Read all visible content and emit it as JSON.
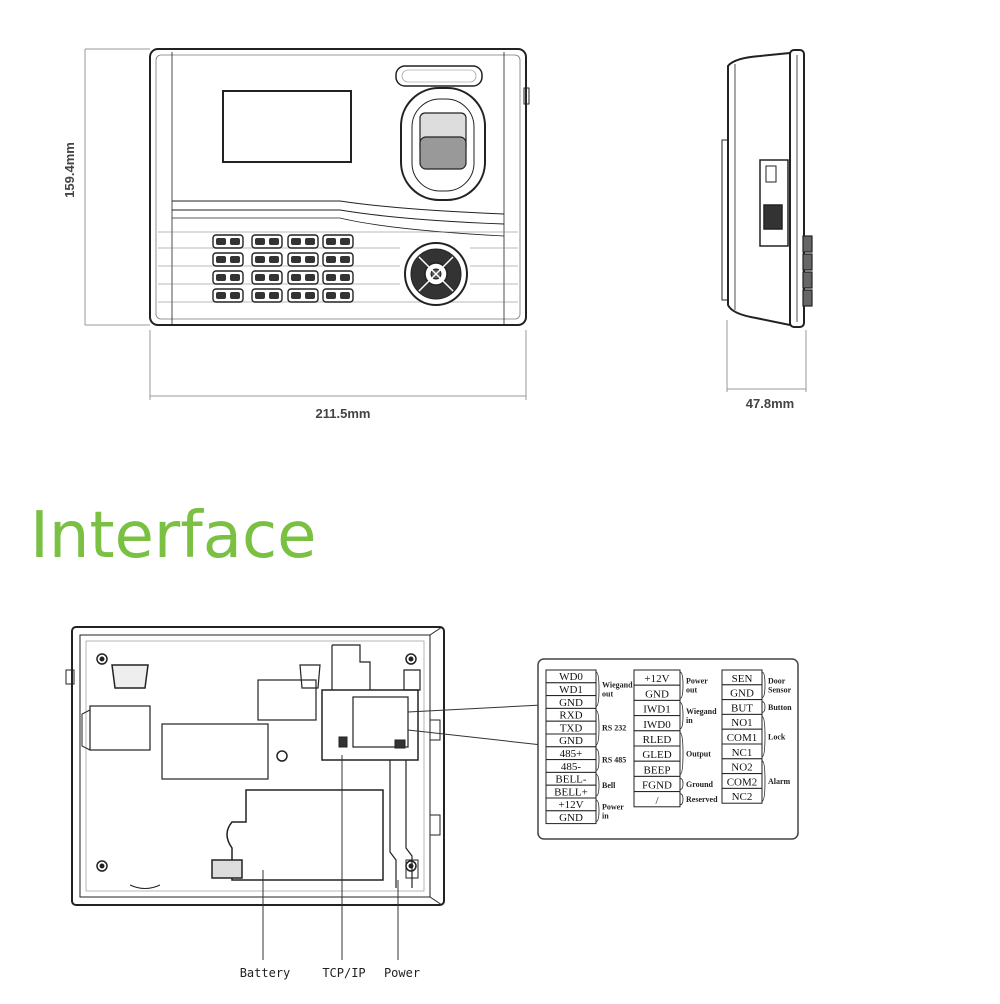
{
  "dimensions": {
    "height": "159.4mm",
    "width": "211.5mm",
    "depth": "47.8mm"
  },
  "section_title": "Interface",
  "terminal_blocks": {
    "left": {
      "pins": [
        "WD0",
        "WD1",
        "GND",
        "RXD",
        "TXD",
        "GND",
        "485+",
        "485-",
        "BELL-",
        "BELL+",
        "+12V",
        "GND"
      ],
      "groups": [
        {
          "label": [
            "Wiegand",
            "out"
          ]
        },
        {
          "label": [
            "RS 232"
          ]
        },
        {
          "label": [
            "RS 485"
          ]
        },
        {
          "label": [
            "Bell"
          ]
        },
        {
          "label": [
            "Power",
            "in"
          ]
        }
      ]
    },
    "middle": {
      "pins": [
        "+12V",
        "GND",
        "IWD1",
        "IWD0",
        "RLED",
        "GLED",
        "BEEP",
        "FGND",
        "/"
      ],
      "groups": [
        {
          "label": [
            "Power",
            "out"
          ]
        },
        {
          "label": [
            "Wiegand",
            "in"
          ]
        },
        {
          "label": [
            "Output"
          ]
        },
        {
          "label": [
            "Ground"
          ]
        },
        {
          "label": [
            "Reserved"
          ]
        }
      ]
    },
    "right": {
      "pins": [
        "SEN",
        "GND",
        "BUT",
        "NO1",
        "COM1",
        "NC1",
        "NO2",
        "COM2",
        "NC2"
      ],
      "groups": [
        {
          "label": [
            "Door",
            "Sensor"
          ]
        },
        {
          "label": [
            "Button"
          ]
        },
        {
          "label": [
            "Lock"
          ]
        },
        {
          "label": [
            "Alarm"
          ]
        }
      ]
    }
  },
  "connectors": {
    "battery": "Battery",
    "tcpip": "TCP/IP",
    "power": "Power"
  }
}
